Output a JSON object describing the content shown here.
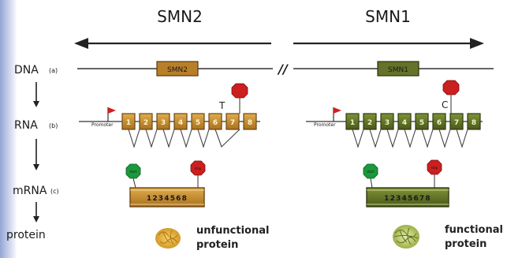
{
  "headers": {
    "left": "SMN2",
    "right": "SMN1"
  },
  "row_labels": {
    "dna": "DNA",
    "dna_tag": "(a)",
    "rna": "RNA",
    "rna_tag": "(b)",
    "mrna": "mRNA",
    "mrna_tag": "(c)",
    "protein": "protein"
  },
  "dna": {
    "smn2_gene": "SMN2",
    "smn1_gene": "SMN1",
    "break": "//"
  },
  "rna": {
    "promoter": "Promoter",
    "smn2_exons": [
      "1",
      "2",
      "3",
      "4",
      "5",
      "6",
      "7",
      "8"
    ],
    "smn1_exons": [
      "1",
      "2",
      "3",
      "4",
      "5",
      "6",
      "7",
      "8"
    ],
    "smn2_variant": "T",
    "smn1_variant": "C"
  },
  "mrna": {
    "start": "start",
    "stop": "stop",
    "smn2_seq": "1234568",
    "smn1_seq": "12345678"
  },
  "protein": {
    "left_line1": "unfunctional",
    "left_line2": "protein",
    "right_line1": "functional",
    "right_line2": "protein"
  },
  "colors": {
    "smn2_fill": "#c8902c",
    "smn2_dark": "#6b4511",
    "smn1_fill": "#6b7a2a",
    "smn1_dark": "#2f3a10",
    "stop": "#cc1f1f",
    "start": "#1a9a3a",
    "arrow": "#222222",
    "edge_glow": "#8ea2d6"
  }
}
